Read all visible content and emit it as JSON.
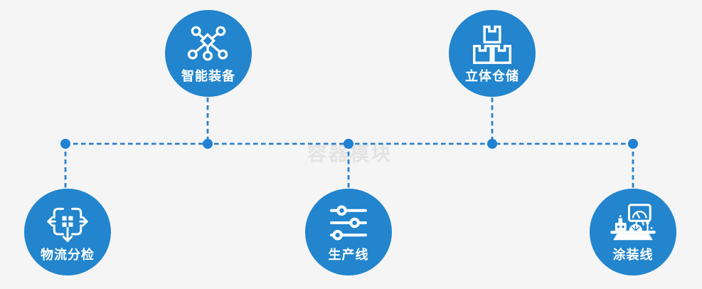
{
  "diagram": {
    "watermark": "容器模块",
    "colors": {
      "node_blue": "#2285cd",
      "connector_blue": "#2b82c9",
      "junction_dot_blue": "#1f82d2",
      "background": "#f5f5f6",
      "label_text": "#ffffff",
      "watermark_gray": "#e3e3e4"
    },
    "nodes": [
      {
        "id": "smart-equipment",
        "label": "智能装备",
        "icon": "network-nodes-icon"
      },
      {
        "id": "stereo-warehouse",
        "label": "立体仓储",
        "icon": "stacked-boxes-icon"
      },
      {
        "id": "logistics-sorting",
        "label": "物流分检",
        "icon": "move-sort-grid-icon"
      },
      {
        "id": "production-line",
        "label": "生产线",
        "icon": "sliders-icon"
      },
      {
        "id": "painting-line",
        "label": "涂装线",
        "icon": "machine-console-icon"
      }
    ],
    "connections": [
      {
        "from": "smart-equipment",
        "to": "trunk-line"
      },
      {
        "from": "stereo-warehouse",
        "to": "trunk-line"
      },
      {
        "from": "logistics-sorting",
        "to": "trunk-line"
      },
      {
        "from": "production-line",
        "to": "trunk-line"
      },
      {
        "from": "painting-line",
        "to": "trunk-line"
      }
    ]
  }
}
